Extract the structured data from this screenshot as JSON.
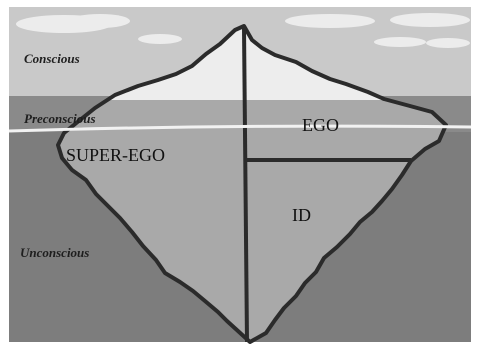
{
  "levels": {
    "conscious": "Conscious",
    "preconscious": "Preconscious",
    "unconscious": "Unconscious"
  },
  "parts": {
    "ego": "EGO",
    "superego": "SUPER-EGO",
    "id": "ID"
  },
  "colors": {
    "sky": "#c9c9c9",
    "cloud": "#ececec",
    "water_surface": "#8a8a8a",
    "water_deep": "#7d7d7d",
    "iceberg_above": "#ededed",
    "iceberg_below": "#a9a9a9",
    "outline": "#2b2b2b",
    "waterline": "#f2f2f2"
  }
}
